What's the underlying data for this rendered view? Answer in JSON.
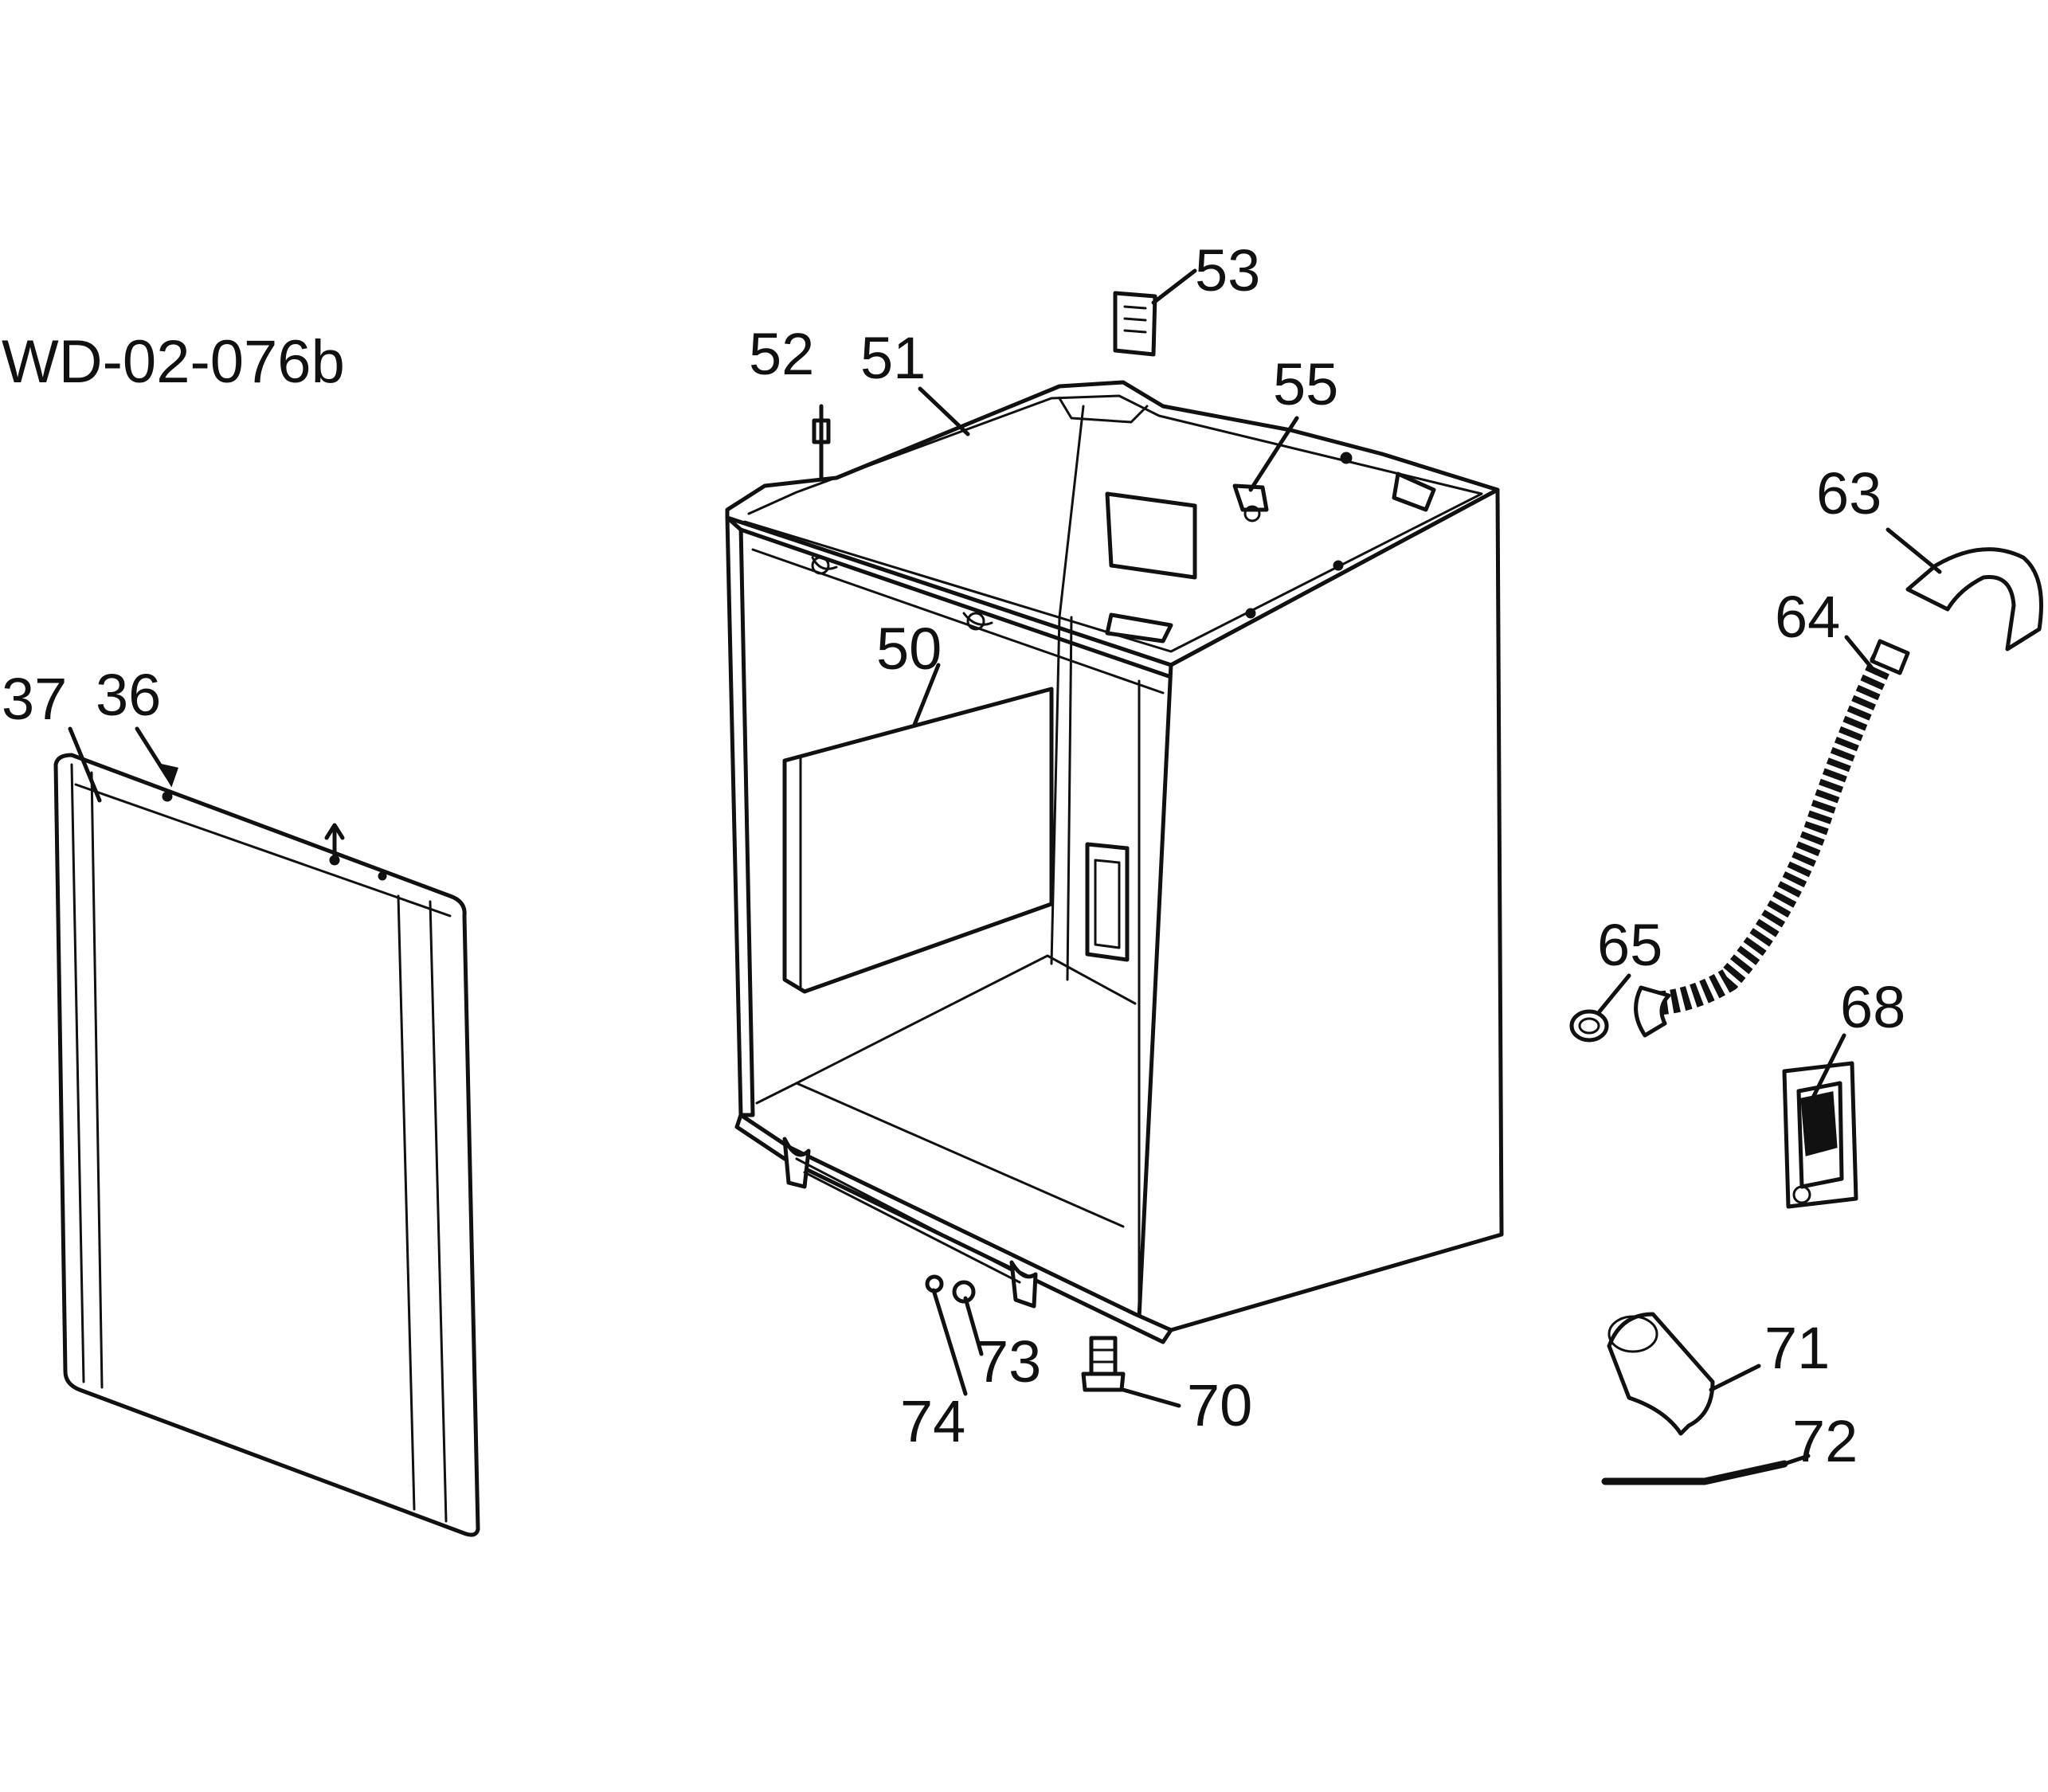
{
  "diagram": {
    "code": "WD-02-076b",
    "callouts": {
      "c37": "37",
      "c36": "36",
      "c50": "50",
      "c51": "51",
      "c52": "52",
      "c53": "53",
      "c55": "55",
      "c63": "63",
      "c64": "64",
      "c65": "65",
      "c68": "68",
      "c70": "70",
      "c71": "71",
      "c72": "72",
      "c73": "73",
      "c74": "74"
    }
  }
}
